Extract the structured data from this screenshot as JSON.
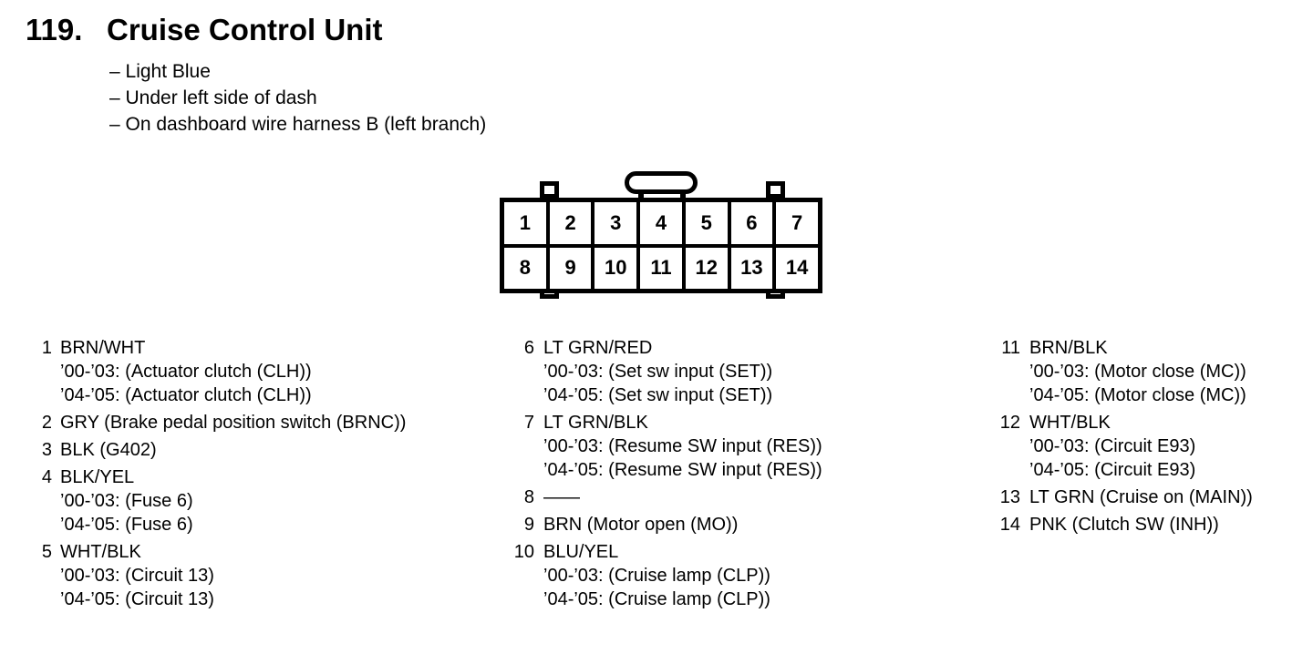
{
  "header": {
    "number": "119.",
    "title": "Cruise Control Unit",
    "bullets": [
      "– Light Blue",
      "– Under left side of dash",
      "– On dashboard wire harness B (left branch)"
    ]
  },
  "connector": {
    "top_row": [
      "1",
      "2",
      "3",
      "4",
      "5",
      "6",
      "7"
    ],
    "bottom_row": [
      "8",
      "9",
      "10",
      "11",
      "12",
      "13",
      "14"
    ]
  },
  "columns": [
    {
      "pins": [
        {
          "num": "1",
          "label": "BRN/WHT",
          "sub": [
            "’00-’03: (Actuator clutch (CLH))",
            "’04-’05: (Actuator clutch (CLH))"
          ]
        },
        {
          "num": "2",
          "label": "GRY (Brake pedal position switch (BRNC))",
          "sub": []
        },
        {
          "num": "3",
          "label": "BLK (G402)",
          "sub": []
        },
        {
          "num": "4",
          "label": "BLK/YEL",
          "sub": [
            "’00-’03: (Fuse 6)",
            "’04-’05: (Fuse 6)"
          ]
        },
        {
          "num": "5",
          "label": "WHT/BLK",
          "sub": [
            "’00-’03: (Circuit 13)",
            "’04-’05: (Circuit 13)"
          ]
        }
      ]
    },
    {
      "pins": [
        {
          "num": "6",
          "label": "LT GRN/RED",
          "sub": [
            "’00-’03: (Set sw input (SET))",
            "’04-’05: (Set sw input (SET))"
          ]
        },
        {
          "num": "7",
          "label": "LT GRN/BLK",
          "sub": [
            "’00-’03: (Resume SW input (RES))",
            "’04-’05: (Resume SW input (RES))"
          ]
        },
        {
          "num": "8",
          "label": "——",
          "sub": []
        },
        {
          "num": "9",
          "label": "BRN (Motor open (MO))",
          "sub": []
        },
        {
          "num": "10",
          "label": "BLU/YEL",
          "sub": [
            "’00-’03: (Cruise lamp (CLP))",
            "’04-’05: (Cruise lamp (CLP))"
          ]
        }
      ]
    },
    {
      "pins": [
        {
          "num": "11",
          "label": "BRN/BLK",
          "sub": [
            "’00-’03: (Motor close (MC))",
            "’04-’05: (Motor close (MC))"
          ]
        },
        {
          "num": "12",
          "label": "WHT/BLK",
          "sub": [
            "’00-’03: (Circuit E93)",
            "’04-’05: (Circuit E93)"
          ]
        },
        {
          "num": "13",
          "label": "LT GRN (Cruise on (MAIN))",
          "sub": []
        },
        {
          "num": "14",
          "label": "PNK (Clutch SW (INH))",
          "sub": []
        }
      ]
    }
  ],
  "colors": {
    "ink": "#000000",
    "paper": "#ffffff"
  }
}
